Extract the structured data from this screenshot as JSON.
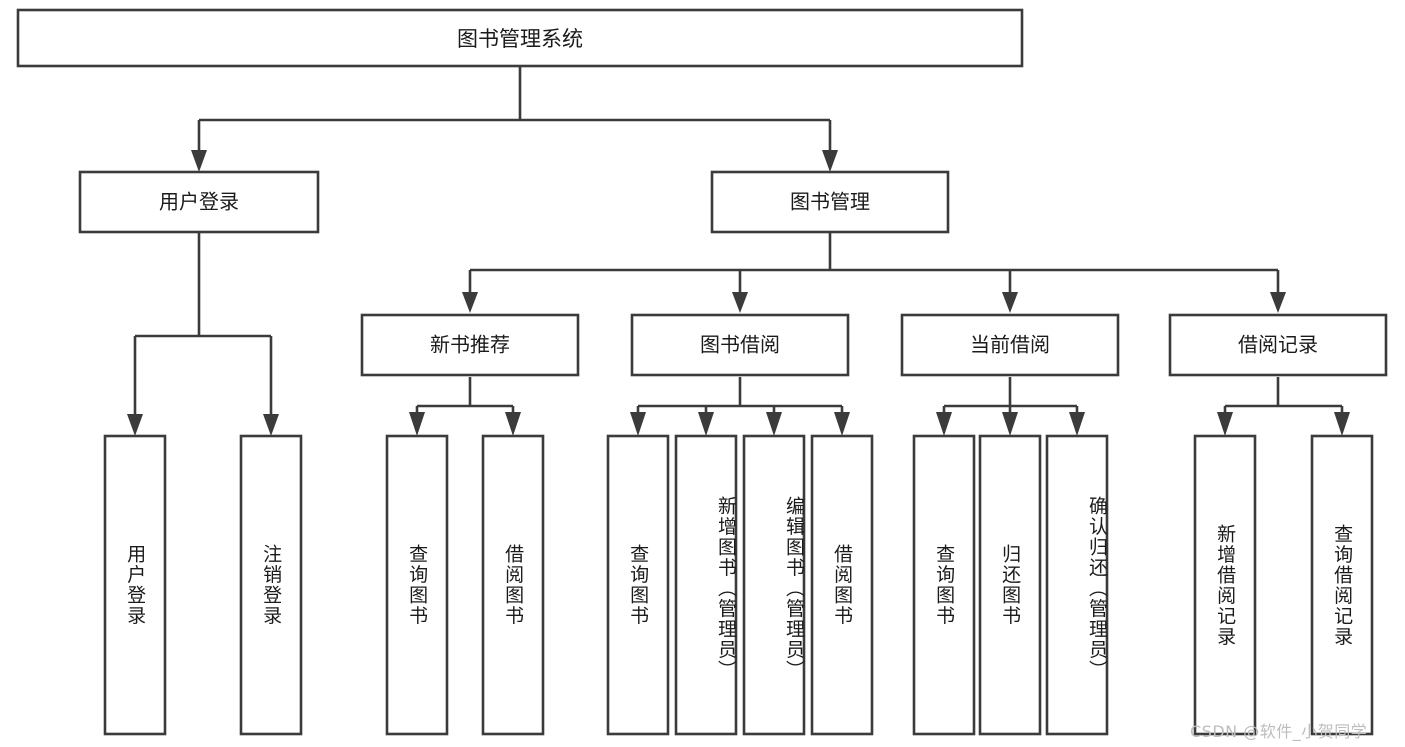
{
  "diagram": {
    "type": "tree-hierarchy",
    "orientation": "top-down",
    "title": "图书管理系统",
    "style": {
      "background": "#ffffff",
      "box_fill": "#ffffff",
      "box_stroke": "#3b3b3b",
      "text_color": "#1b1b1b",
      "watermark_color": "#bdbdbd"
    },
    "nodes": {
      "root": {
        "label": "图书管理系统",
        "level": 1
      },
      "l2": [
        {
          "id": "user-login",
          "label": "用户登录",
          "level": 2
        },
        {
          "id": "book-manage",
          "label": "图书管理",
          "level": 2
        }
      ],
      "l3": [
        {
          "id": "new-book-recommend",
          "label": "新书推荐",
          "level": 3,
          "parent": "book-manage"
        },
        {
          "id": "book-borrow",
          "label": "图书借阅",
          "level": 3,
          "parent": "book-manage"
        },
        {
          "id": "current-borrow",
          "label": "当前借阅",
          "level": 3,
          "parent": "book-manage"
        },
        {
          "id": "borrow-record",
          "label": "借阅记录",
          "level": 3,
          "parent": "book-manage"
        }
      ],
      "leaves": [
        {
          "id": "leaf-user-login",
          "label": "用户登录",
          "parent": "user-login"
        },
        {
          "id": "leaf-user-logout",
          "label": "注销登录",
          "parent": "user-login"
        },
        {
          "id": "leaf-query-book-1",
          "label": "查询图书",
          "parent": "new-book-recommend"
        },
        {
          "id": "leaf-borrow-book-1",
          "label": "借阅图书",
          "parent": "new-book-recommend"
        },
        {
          "id": "leaf-query-book-2",
          "label": "查询图书",
          "parent": "book-borrow"
        },
        {
          "id": "leaf-add-book",
          "label": "新增图书（管理员）",
          "parent": "book-borrow"
        },
        {
          "id": "leaf-edit-book",
          "label": "编辑图书（管理员）",
          "parent": "book-borrow"
        },
        {
          "id": "leaf-borrow-book-2",
          "label": "借阅图书",
          "parent": "book-borrow"
        },
        {
          "id": "leaf-query-book-3",
          "label": "查询图书",
          "parent": "current-borrow"
        },
        {
          "id": "leaf-return-book",
          "label": "归还图书",
          "parent": "current-borrow"
        },
        {
          "id": "leaf-confirm-return",
          "label": "确认归还（管理员）",
          "parent": "current-borrow"
        },
        {
          "id": "leaf-add-record",
          "label": "新增借阅记录",
          "parent": "borrow-record"
        },
        {
          "id": "leaf-query-record",
          "label": "查询借阅记录",
          "parent": "borrow-record"
        }
      ]
    }
  },
  "watermark": {
    "text": "CSDN @软件_小贺同学"
  }
}
